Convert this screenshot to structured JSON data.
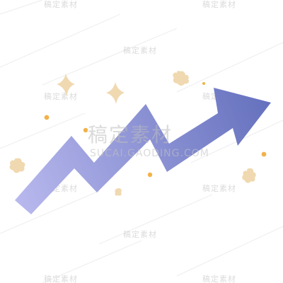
{
  "watermark": {
    "brand_cn": "稿定素材",
    "brand_url": "SUCAI.GAODING.COM"
  },
  "illustration": {
    "subject": "trend-up-arrow",
    "arrow_gradient_start": "#b9b9ee",
    "arrow_gradient_end": "#6470bd",
    "sparkle_color": "#f0d9b0",
    "dot_color": "#f2b24a"
  }
}
